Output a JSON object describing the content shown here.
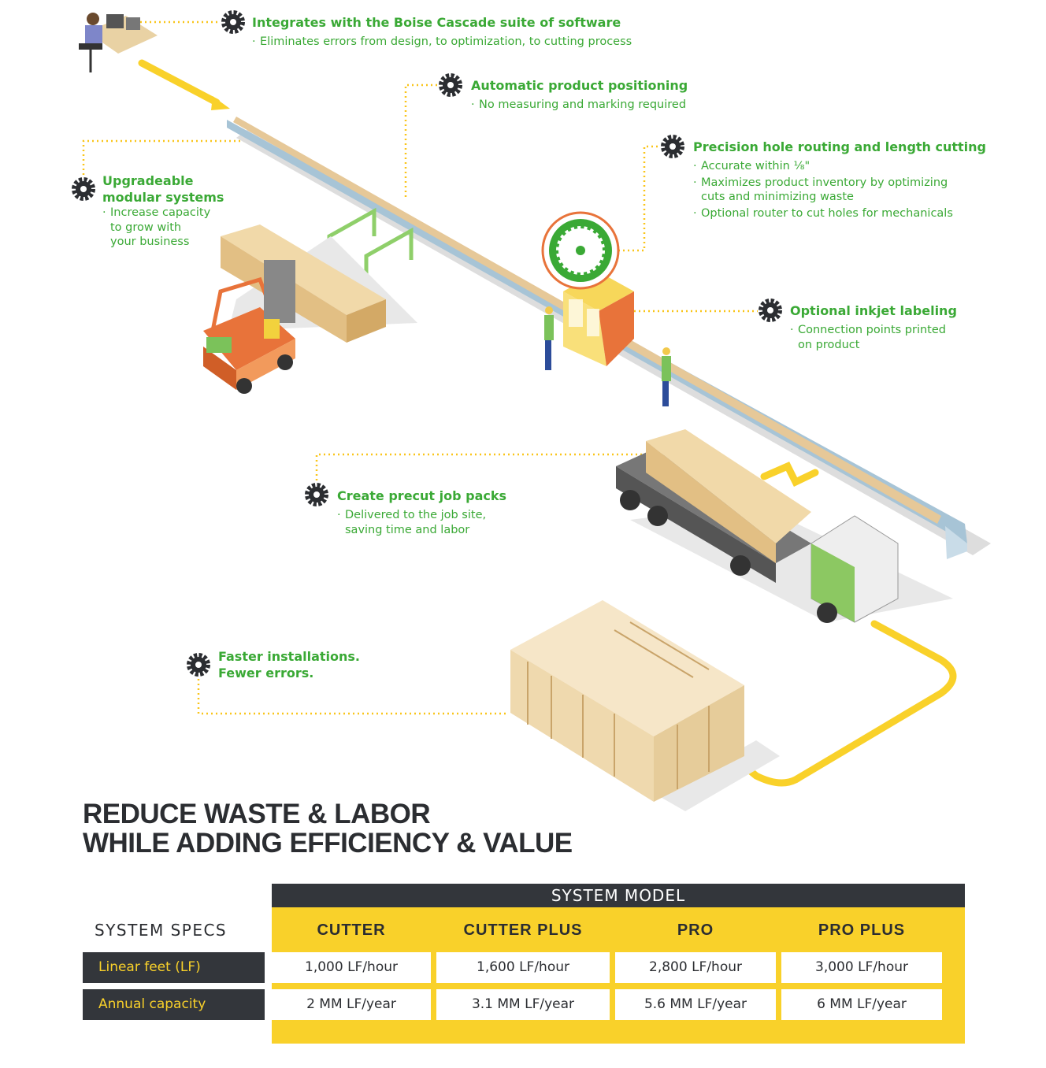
{
  "callouts": [
    {
      "title": "Integrates with the Boise Cascade suite of software",
      "bullets": [
        "Eliminates errors from design, to optimization, to cutting process"
      ]
    },
    {
      "title": "Automatic product positioning",
      "bullets": [
        "No measuring and marking required"
      ]
    },
    {
      "title": "Precision hole routing and length cutting",
      "bullets": [
        "Accurate within ⅛\"",
        "Maximizes product inventory by optimizing",
        "cuts and minimizing waste",
        "Optional router to cut holes for mechanicals"
      ]
    },
    {
      "title_lines": [
        "Upgradeable",
        "modular systems"
      ],
      "bullets": [
        "Increase capacity",
        "to grow with",
        "your business"
      ]
    },
    {
      "title": "Optional inkjet labeling",
      "bullets": [
        "Connection points printed",
        "on product"
      ]
    },
    {
      "title": "Create precut job packs",
      "bullets": [
        "Delivered to the job site,",
        "saving time and labor"
      ]
    },
    {
      "title_lines": [
        "Faster installations.",
        "Fewer errors."
      ]
    }
  ],
  "headline": [
    "REDUCE WASTE & LABOR",
    "WHILE ADDING EFFICIENCY & VALUE"
  ],
  "table": {
    "model_header": "SYSTEM MODEL",
    "specs_header": "SYSTEM SPECS",
    "columns": [
      "CUTTER",
      "CUTTER PLUS",
      "PRO",
      "PRO PLUS"
    ],
    "rows": [
      {
        "label": "Linear feet (LF)",
        "values": [
          "1,000 LF/hour",
          "1,600 LF/hour",
          "2,800 LF/hour",
          "3,000 LF/hour"
        ]
      },
      {
        "label": "Annual capacity",
        "values": [
          "2 MM LF/year",
          "3.1 MM LF/year",
          "5.6 MM LF/year",
          "6 MM LF/year"
        ]
      }
    ]
  },
  "colors": {
    "green": "#3aa935",
    "yellow": "#f9d12a",
    "dark": "#33363b",
    "orange": "#e8733a"
  },
  "icons": [
    "gear-icon",
    "saw-blade-icon",
    "workstation-illustration",
    "conveyor-illustration",
    "forklift-illustration",
    "truck-illustration",
    "house-frame-illustration"
  ]
}
